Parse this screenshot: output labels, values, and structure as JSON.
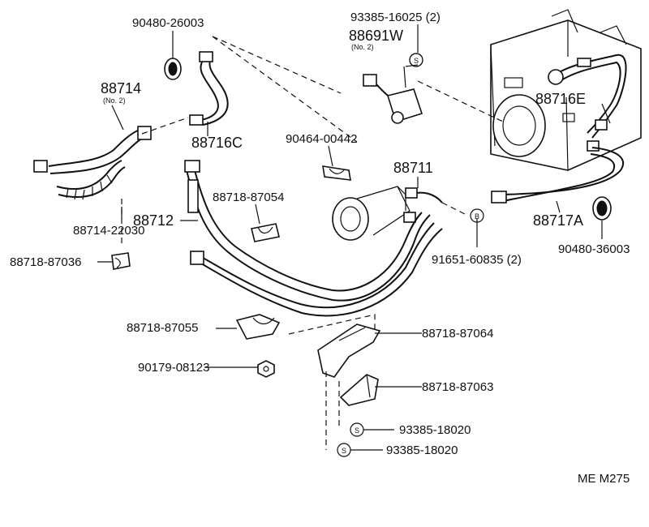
{
  "labels": {
    "p90480_26003": "90480-26003",
    "p88714": "88714",
    "p88714_no2": "(No. 2)",
    "p88716C": "88716C",
    "p88714_22030": "88714-22030",
    "p88718_87036": "88718-87036",
    "p93385_16025": "93385-16025 (2)",
    "p88691W": "88691W",
    "p88691W_no2": "(No. 2)",
    "p88716E": "88716E",
    "p90464_00442": "90464-00442",
    "p88711": "88711",
    "p88718_87054": "88718-87054",
    "p88712": "88712",
    "p91651_60835": "91651-60835 (2)",
    "p88717A": "88717A",
    "p90480_36003": "90480-36003",
    "p88718_87055": "88718-87055",
    "p90179_08123": "90179-08123",
    "p88718_87064": "88718-87064",
    "p88718_87063": "88718-87063",
    "p93385_18020_a": "93385-18020",
    "p93385_18020_b": "93385-18020",
    "ref": "ME M275"
  },
  "symbols": {
    "s": "S",
    "b": "B"
  }
}
